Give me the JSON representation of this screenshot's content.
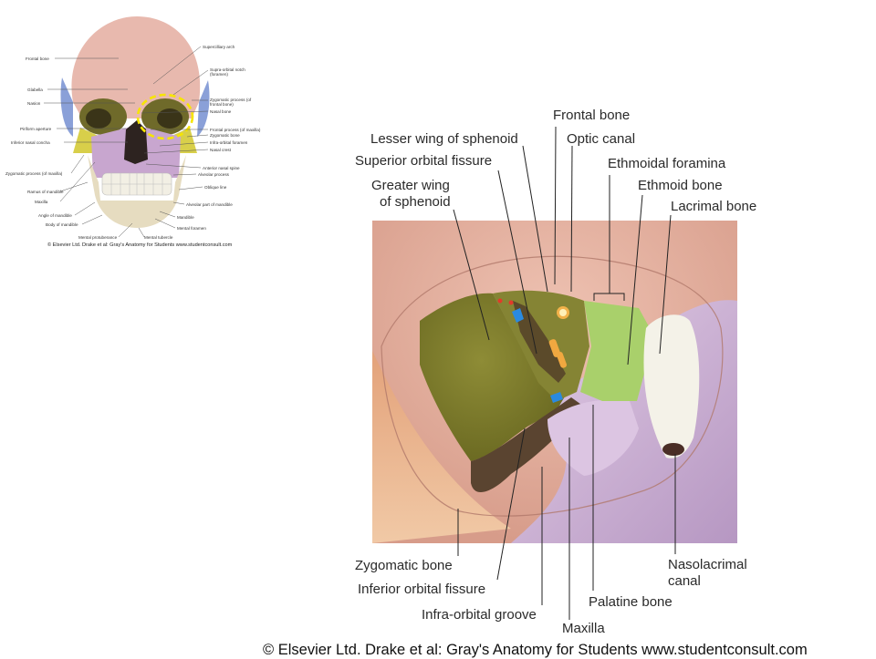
{
  "thumbnail": {
    "labels_left": [
      "Frontal bone",
      "Glabella",
      "Nasion",
      "Piriform aperture",
      "Inferior nasal concha",
      "Zygomatic process (of maxilla)",
      "Ramus of mandible",
      "Maxilla",
      "Angle of mandible",
      "Body of mandible",
      "Mental protuberance"
    ],
    "labels_right": [
      "Supercilliary arch",
      "Supra-orbital notch (foramen)",
      "Zygomatic process (of frontal bone)",
      "Nasal bone",
      "Frontal process (of maxilla)",
      "Zygomatic bone",
      "Infra-orbital foramen",
      "Nasal crest",
      "Anterior nasal spine",
      "Alveolar process",
      "Oblique line",
      "Alveolar part of mandible",
      "Mandible",
      "Mental foramen",
      "Mental tubercle"
    ],
    "copyright": "© Elsevier Ltd. Drake et al: Gray's Anatomy for Students www.studentconsult.com"
  },
  "main": {
    "labels_top": {
      "frontal_bone": "Frontal bone",
      "lesser_wing": "Lesser wing of sphenoid",
      "optic_canal": "Optic canal",
      "superior_fissure": "Superior orbital fissure",
      "ethmoidal_foramina": "Ethmoidal foramina",
      "greater_wing_1": "Greater wing",
      "greater_wing_2": "of sphenoid",
      "ethmoid_bone": "Ethmoid bone",
      "lacrimal_bone": "Lacrimal bone"
    },
    "labels_bottom": {
      "zygomatic_bone": "Zygomatic bone",
      "inferior_fissure": "Inferior orbital fissure",
      "infraorbital_groove": "Infra-orbital groove",
      "maxilla": "Maxilla",
      "palatine_bone": "Palatine bone",
      "nasolacrimal_1": "Nasolacrimal",
      "nasolacrimal_2": "canal"
    },
    "copyright": "© Elsevier Ltd. Drake et al: Gray's Anatomy for Students www.studentconsult.com"
  },
  "colors": {
    "frontal": "#e7b4a4",
    "sphenoid_greater": "#7c7a2c",
    "sphenoid_lesser": "#8d8a36",
    "ethmoid": "#a8cf6a",
    "lacrimal": "#f4f2e8",
    "maxilla": "#cdb3d6",
    "zygomatic": "#e9b890",
    "palatine": "#d8c0df",
    "fissure": "#5a4630",
    "highlight": "#f6e500"
  }
}
